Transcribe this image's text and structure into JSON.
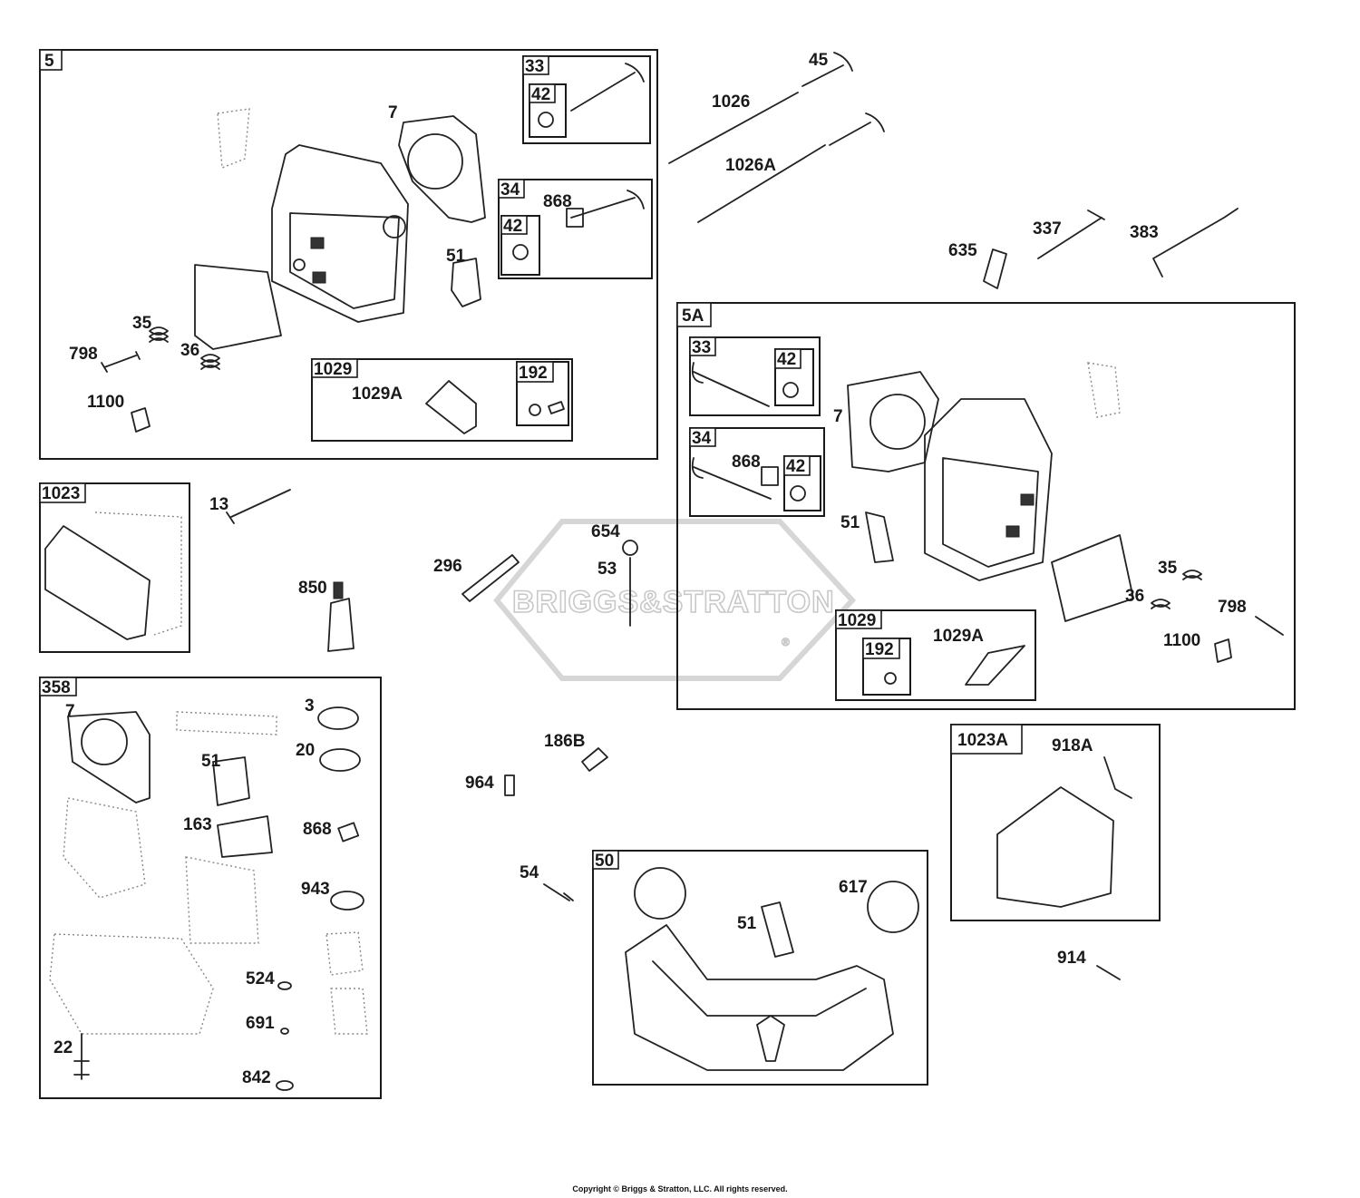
{
  "diagram": {
    "kits": [
      {
        "id": "5"
      },
      {
        "id": "33"
      },
      {
        "id": "42"
      },
      {
        "id": "34"
      },
      {
        "id": "42"
      },
      {
        "id": "1029"
      },
      {
        "id": "192"
      },
      {
        "id": "1023"
      },
      {
        "id": "358"
      },
      {
        "id": "5A"
      },
      {
        "id": "33"
      },
      {
        "id": "42"
      },
      {
        "id": "34"
      },
      {
        "id": "42"
      },
      {
        "id": "1029"
      },
      {
        "id": "192"
      },
      {
        "id": "1023A"
      },
      {
        "id": "50"
      }
    ],
    "callouts": [
      "7",
      "51",
      "35",
      "36",
      "798",
      "1100",
      "868",
      "1029A",
      "45",
      "1026",
      "1026A",
      "635",
      "337",
      "383",
      "7",
      "868",
      "51",
      "35",
      "36",
      "798",
      "1100",
      "1029A",
      "13",
      "850",
      "296",
      "654",
      "53",
      "7",
      "3",
      "51",
      "20",
      "163",
      "868",
      "943",
      "524",
      "691",
      "22",
      "842",
      "186B",
      "964",
      "54",
      "617",
      "51",
      "918A",
      "914"
    ],
    "watermark": "BRIGGS&STRATTON",
    "watermark_mark": "®"
  },
  "footer": {
    "copyright": "Copyright © Briggs & Stratton, LLC. All rights reserved."
  }
}
